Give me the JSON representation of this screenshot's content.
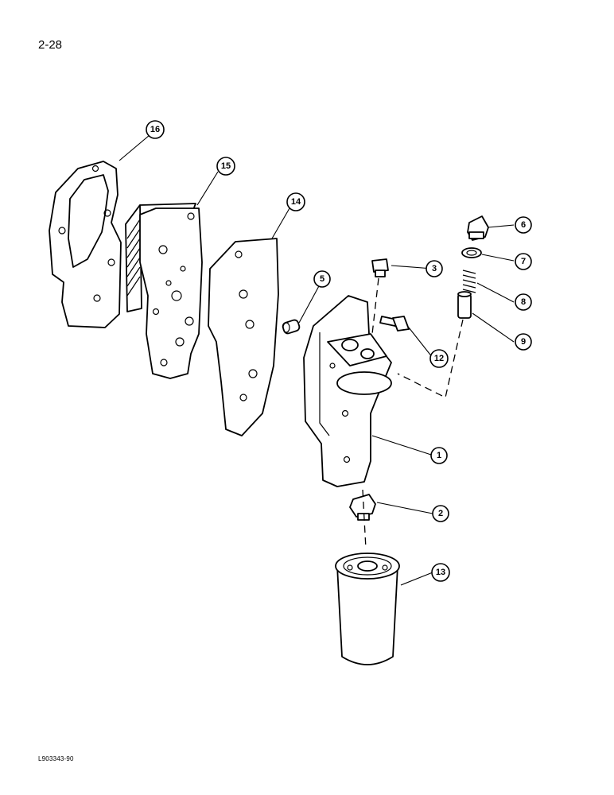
{
  "page_number": "2-28",
  "document_code": "L903343-90",
  "callouts": [
    {
      "id": "callout-1",
      "label": "1"
    },
    {
      "id": "callout-2",
      "label": "2"
    },
    {
      "id": "callout-3",
      "label": "3"
    },
    {
      "id": "callout-5",
      "label": "5"
    },
    {
      "id": "callout-6",
      "label": "6"
    },
    {
      "id": "callout-7",
      "label": "7"
    },
    {
      "id": "callout-8",
      "label": "8"
    },
    {
      "id": "callout-9",
      "label": "9"
    },
    {
      "id": "callout-12",
      "label": "12"
    },
    {
      "id": "callout-13",
      "label": "13"
    },
    {
      "id": "callout-14",
      "label": "14"
    },
    {
      "id": "callout-15",
      "label": "15"
    },
    {
      "id": "callout-16",
      "label": "16"
    }
  ]
}
